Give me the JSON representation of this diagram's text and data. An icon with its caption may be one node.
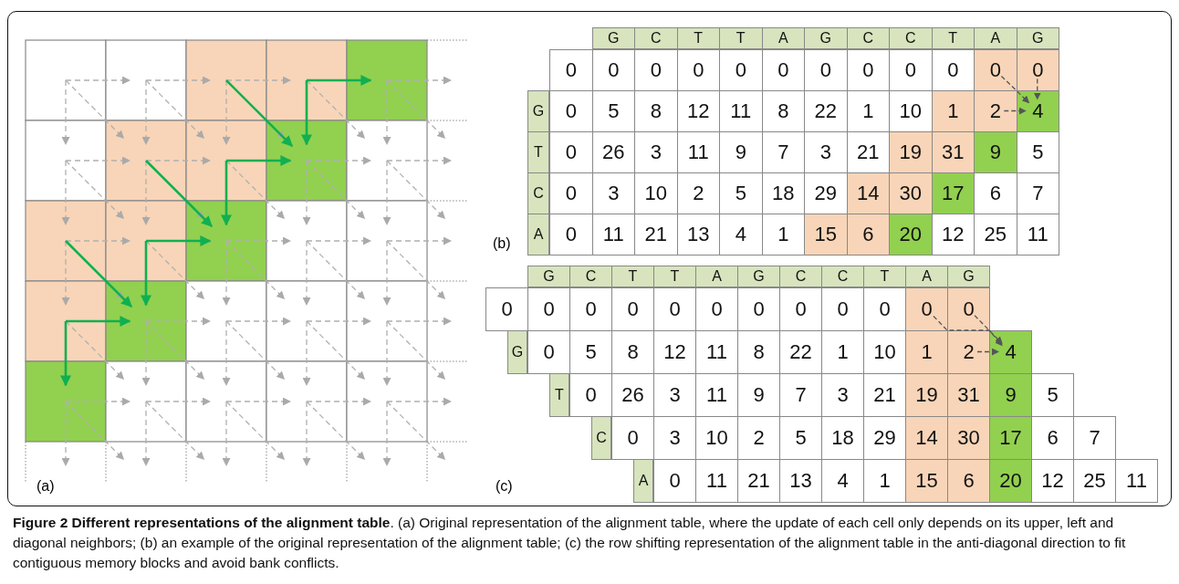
{
  "diagram": {
    "caption": "**Figure 2 Different representations of the alignment table**. (a) Original representation of the alignment table, where the update of each cell only depends on its upper, left and diagonal neighbors; (b) an example of the original representation of the alignment table; (c) the row shifting representation of the alignment table in the anti-diagonal direction to fit contiguous memory blocks and avoid bank conflicts.",
    "nodes": [
      {
        "text": [
          "0"
        ]
      },
      {
        "text": [
          "0"
        ]
      },
      {
        "text": [
          "2"
        ]
      },
      {
        "text": [
          "4"
        ]
      },
      {
        "text": [
          "0"
        ]
      },
      {
        "text": [
          "0"
        ]
      },
      {
        "text": [
          "2"
        ]
      },
      {
        "text": [
          "4"
        ]
      }
    ],
    "edges": [
      {
        "from": 0,
        "to": 3,
        "arrow": "to"
      },
      {
        "from": 1,
        "to": 3,
        "arrow": "to"
      },
      {
        "from": 2,
        "to": 3,
        "arrow": "to"
      },
      {
        "from": 4,
        "to": 7,
        "arrow": "to"
      },
      {
        "from": 5,
        "to": 7,
        "arrow": "to"
      },
      {
        "from": 6,
        "to": 7,
        "arrow": "to"
      }
    ],
    "labels": [
      "G",
      "C",
      "T",
      "T",
      "A",
      "G",
      "C",
      "C",
      "T",
      "A",
      "G",
      "0",
      "0",
      "0",
      "0",
      "0",
      "0",
      "0",
      "0",
      "0",
      "0",
      "G",
      "0",
      "5",
      "8",
      "12",
      "11",
      "8",
      "22",
      "1",
      "10",
      "1",
      "T",
      "0",
      "26",
      "3",
      "11",
      "9",
      "7",
      "3",
      "21",
      "19",
      "31",
      "9",
      "5",
      "C",
      "0",
      "3",
      "10",
      "2",
      "5",
      "18",
      "29",
      "14",
      "30",
      "17",
      "6",
      "7",
      "A",
      "0",
      "11",
      "21",
      "13",
      "4",
      "1",
      "15",
      "6",
      "20",
      "12",
      "25",
      "11",
      "(b)",
      "G",
      "C",
      "T",
      "T",
      "A",
      "G",
      "C",
      "C",
      "T",
      "A",
      "G",
      "0",
      "0",
      "0",
      "0",
      "0",
      "0",
      "0",
      "0",
      "0",
      "0",
      "G",
      "0",
      "5",
      "8",
      "12",
      "11",
      "8",
      "22",
      "1",
      "10",
      "1",
      "T",
      "0",
      "26",
      "3",
      "11",
      "9",
      "7",
      "3",
      "21",
      "19",
      "31",
      "9",
      "5",
      "C",
      "0",
      "3",
      "10",
      "2",
      "5",
      "18",
      "29",
      "14",
      "30",
      "17",
      "6",
      "7",
      "A",
      "0",
      "11",
      "21",
      "13",
      "4",
      "1",
      "15",
      "6",
      "20",
      "12",
      "25",
      "11",
      "(a)",
      "(c)"
    ]
  }
}
